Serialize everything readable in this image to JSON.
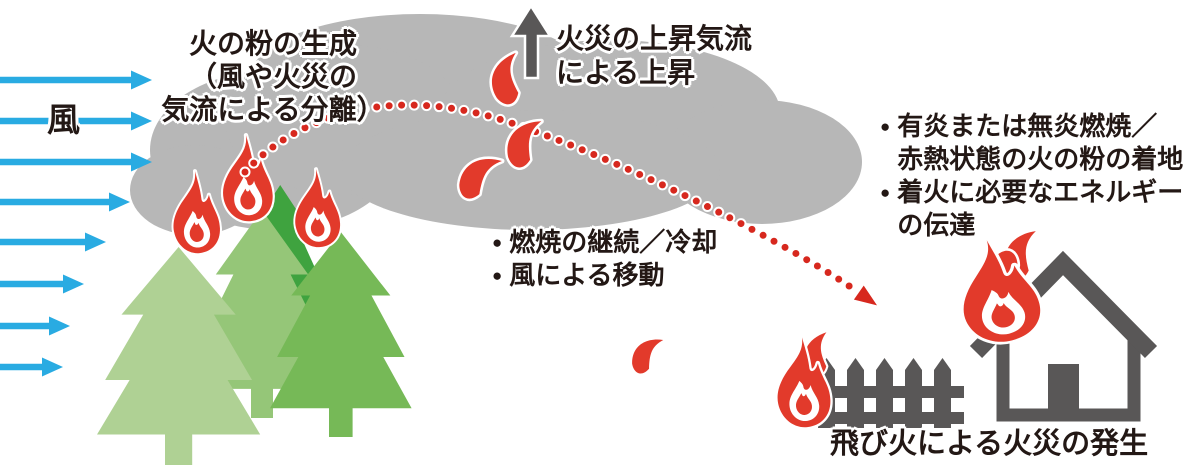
{
  "diagram": {
    "title_meaning": "spot-fire (flying embers) fire-spread diagram",
    "wind_label": "風",
    "spark_generation_label": "火の粉の生成\n（風や火災の\n気流による分離）",
    "updraft_label": "火災の上昇気流\nによる上昇",
    "bullet_char": "●",
    "mid_bullets": [
      "燃焼の継続／冷却",
      "風による移動"
    ],
    "right_bullets": [
      "有炎または無炎燃焼／\n赤熱状態の火の粉の着地",
      "着火に必要なエネルギー\nの伝達"
    ],
    "spot_fire_label": "飛び火による火災の発生",
    "icons": [
      "wind-arrows",
      "smoke-cloud",
      "burning-trees",
      "flame-icon",
      "updraft-arrow-icon",
      "ember-trajectory-arc",
      "spark-icon",
      "picket-fence",
      "house-icon"
    ],
    "colors": {
      "flame_red": "#E23A2B",
      "dot_red": "#D7281E",
      "wind_blue": "#29ABE2",
      "smoke_gray": "#B7B7B7",
      "structure_gray": "#595757",
      "tree_light": "#AFD194",
      "tree_mid_light": "#95C678",
      "tree_mid": "#76B957",
      "tree_dark": "#3FA33F",
      "text_black": "#231815"
    }
  }
}
